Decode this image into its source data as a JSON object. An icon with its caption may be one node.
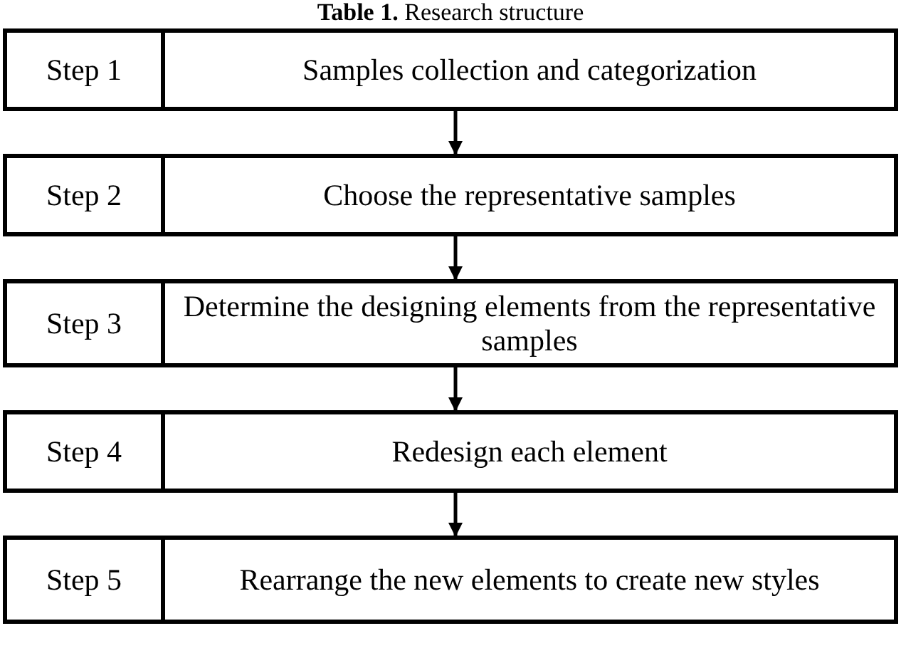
{
  "diagram": {
    "title": "**Table 1.** Research structure",
    "nodes": [
      {
        "text": [
          "Step 1",
          "Samples collection and categorization"
        ]
      },
      {
        "text": [
          "Step 2",
          "Choose the representative samples"
        ]
      },
      {
        "text": [
          "Step 3",
          "Determine the designing elements from the representative samples"
        ]
      },
      {
        "text": [
          "Step 4",
          "Redesign each element"
        ]
      },
      {
        "text": [
          "Step 5",
          "Rearrange the new elements to create new styles"
        ]
      }
    ],
    "edges": [
      {
        "from": 0,
        "to": 1,
        "arrow": "to"
      },
      {
        "from": 1,
        "to": 2,
        "arrow": "to"
      },
      {
        "from": 2,
        "to": 3,
        "arrow": "to"
      },
      {
        "from": 3,
        "to": 4,
        "arrow": "to"
      }
    ]
  }
}
